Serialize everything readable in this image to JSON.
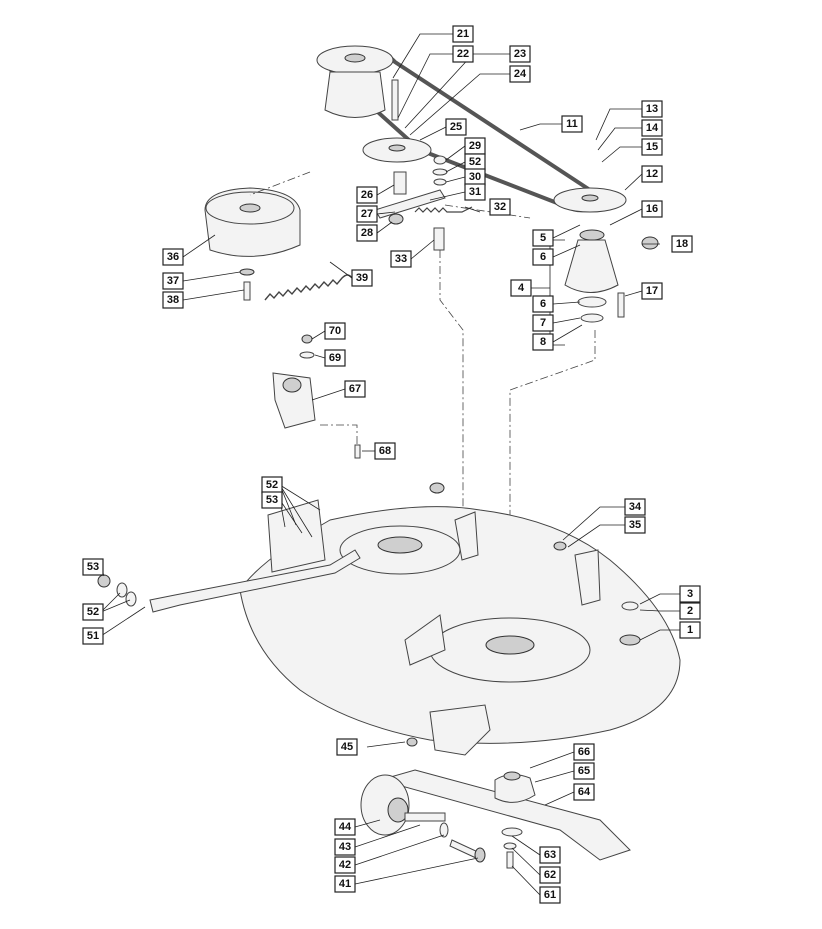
{
  "labels": {
    "l1": "1",
    "l2": "2",
    "l3": "3",
    "l4": "4",
    "l5": "5",
    "l6a": "6",
    "l6b": "6",
    "l7": "7",
    "l8": "8",
    "l11": "11",
    "l12": "12",
    "l13": "13",
    "l14": "14",
    "l15": "15",
    "l16": "16",
    "l17": "17",
    "l18": "18",
    "l21": "21",
    "l22": "22",
    "l23": "23",
    "l24": "24",
    "l25": "25",
    "l26": "26",
    "l27": "27",
    "l28": "28",
    "l29": "29",
    "l30": "30",
    "l31": "31",
    "l32": "32",
    "l33": "33",
    "l34": "34",
    "l35": "35",
    "l36": "36",
    "l37": "37",
    "l38": "38",
    "l39": "39",
    "l41": "41",
    "l42": "42",
    "l43": "43",
    "l44": "44",
    "l45": "45",
    "l51": "51",
    "l52a": "52",
    "l52b": "52",
    "l52c": "52",
    "l53a": "53",
    "l53b": "53",
    "l61": "61",
    "l62": "62",
    "l63": "63",
    "l64": "64",
    "l65": "65",
    "l66": "66",
    "l67": "67",
    "l68": "68",
    "l69": "69",
    "l70": "70"
  }
}
